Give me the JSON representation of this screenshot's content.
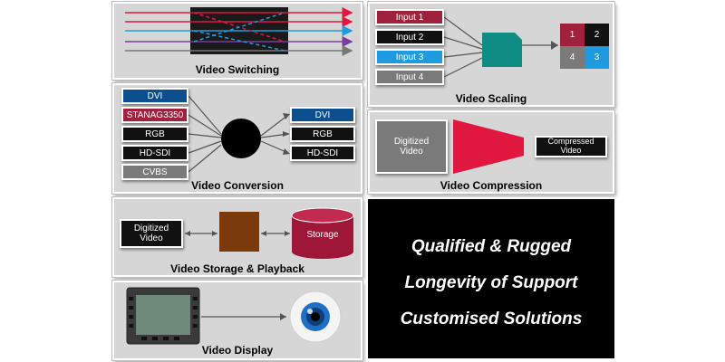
{
  "colors": {
    "panel_bg": "#d6d6d6",
    "dark_box": "#111111",
    "crimson": "#a0213c",
    "navy": "#0b4f8f",
    "sky": "#1e9be0",
    "grey": "#7a7a7a",
    "teal": "#0f8c84",
    "red_funnel": "#e0173f",
    "brown": "#7b3a0c",
    "storage": "#9e1638"
  },
  "switching": {
    "title": "Video Switching"
  },
  "scaling": {
    "title": "Video Scaling",
    "inputs": [
      "Input 1",
      "Input 2",
      "Input 3",
      "Input 4"
    ],
    "grid": [
      "1",
      "2",
      "4",
      "3"
    ]
  },
  "conversion": {
    "title": "Video Conversion",
    "inputs": [
      "DVI",
      "STANAG3350",
      "RGB",
      "HD-SDI",
      "CVBS"
    ],
    "outputs": [
      "DVI",
      "RGB",
      "HD-SDI"
    ]
  },
  "compression": {
    "title": "Video Compression",
    "input_label": "Digitized\nVideo",
    "output_label": "Compressed\nVideo"
  },
  "storage": {
    "title": "Video Storage & Playback",
    "input_label": "Digitized\nVideo",
    "storage_label": "Storage"
  },
  "display": {
    "title": "Video Display"
  },
  "taglines": [
    "Qualified & Rugged",
    "Longevity of Support",
    "Customised Solutions"
  ],
  "icons": {
    "switch_matrix": "switch-matrix-icon",
    "scaler": "scaler-chip-icon",
    "converter": "converter-circle-icon",
    "compressor": "compression-funnel-icon",
    "recorder": "recorder-block-icon",
    "storage": "storage-cylinder-icon",
    "monitor": "rugged-monitor-icon",
    "eye": "eye-icon"
  }
}
